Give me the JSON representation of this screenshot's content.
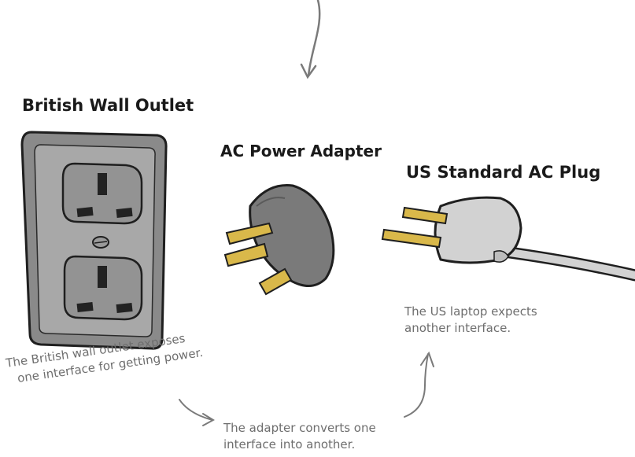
{
  "labels": {
    "british_outlet": "British Wall Outlet",
    "ac_adapter": "AC Power Adapter",
    "us_plug": "US Standard AC Plug"
  },
  "notes": {
    "outlet_note": [
      "The British wall outlet exposes",
      "one interface for getting power."
    ],
    "adapter_note": [
      "The adapter converts one",
      "interface into another."
    ],
    "laptop_note": [
      "The US laptop expects",
      "another interface."
    ]
  },
  "colors": {
    "outline": "#1f1f1f",
    "outlet_frame": "#8a8a8a",
    "outlet_face": "#a8a8a8",
    "adapter_body": "#7a7a7a",
    "brass": "#d9b84a",
    "us_plug_body": "#d2d2d2",
    "arrow": "#7a7a7a",
    "note_text": "#6e6e6e"
  }
}
